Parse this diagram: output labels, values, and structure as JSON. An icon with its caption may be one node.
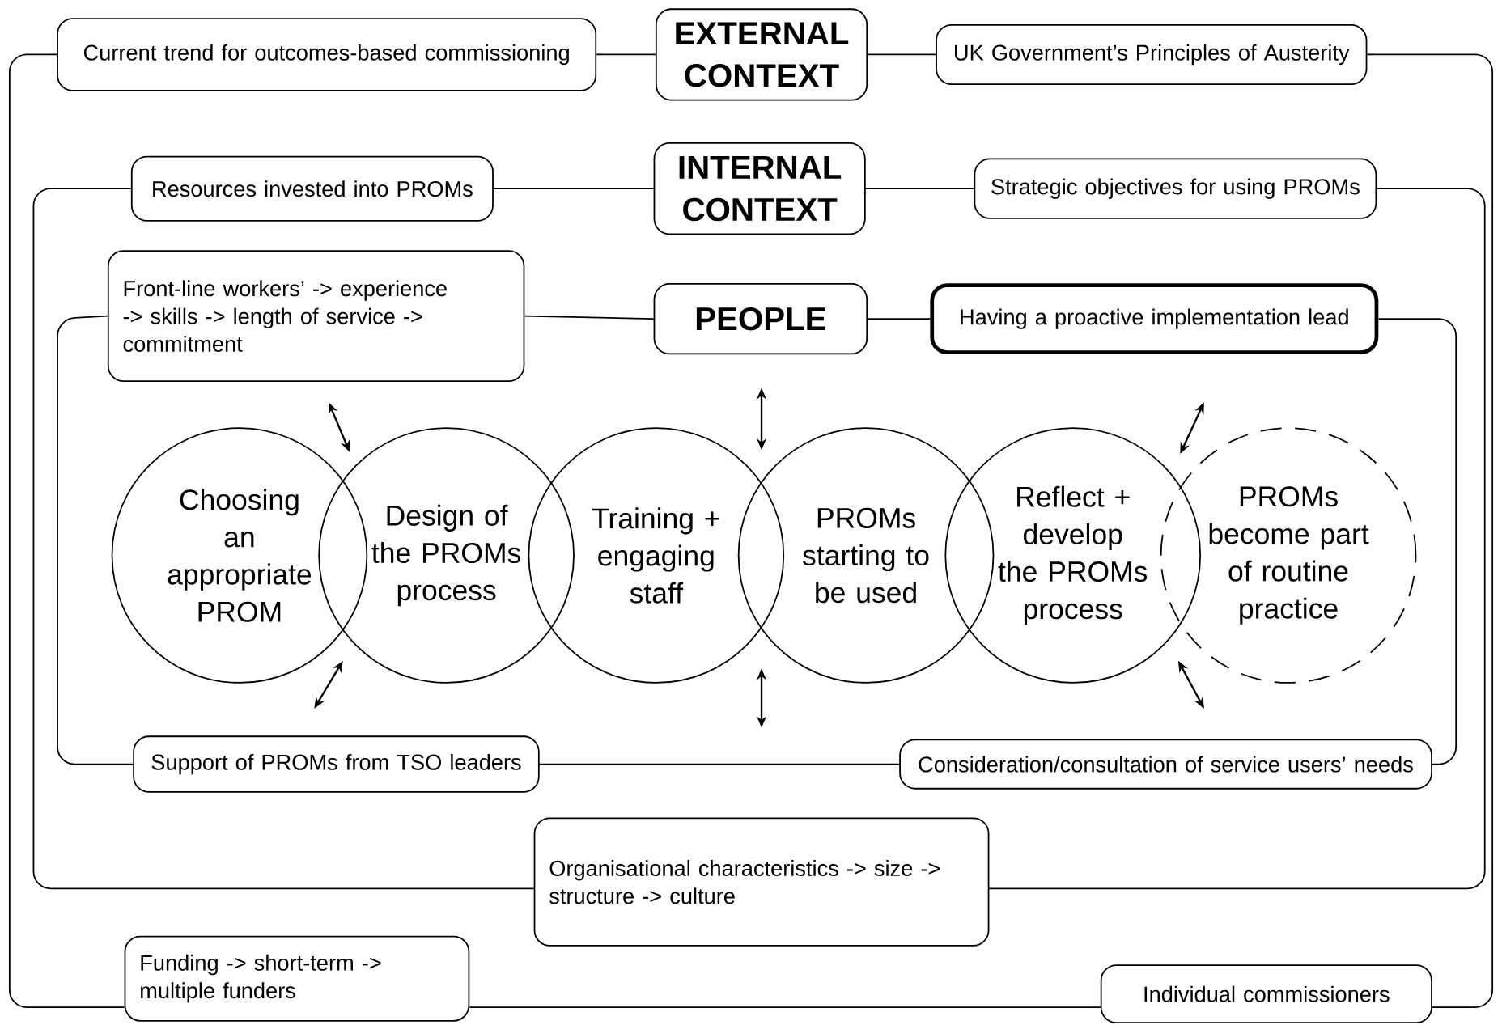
{
  "diagram": {
    "nodes": [
      {
        "text": [
          "EXTERNAL CONTEXT"
        ]
      },
      {
        "text": [
          "Current trend for outcomes-based commissioning"
        ]
      },
      {
        "text": [
          "UK Government’s Principles of Austerity"
        ]
      },
      {
        "text": [
          "INTERNAL CONTEXT"
        ]
      },
      {
        "text": [
          "Resources invested into PROMs"
        ]
      },
      {
        "text": [
          "Strategic objectives for using PROMs"
        ]
      },
      {
        "text": [
          "PEOPLE"
        ]
      },
      {
        "text": [
          "Front-line workers’ -> experience -> skills -> length of service -> commitment"
        ]
      },
      {
        "text": [
          "Having a proactive implementation lead"
        ]
      },
      {
        "text": [
          "Choosing an appropriate PROM"
        ]
      },
      {
        "text": [
          "Design of the PROMs process"
        ]
      },
      {
        "text": [
          "Training + engaging staff"
        ]
      },
      {
        "text": [
          "PROMs starting to be used"
        ]
      },
      {
        "text": [
          "Reflect + develop the PROMs process"
        ]
      },
      {
        "text": [
          "PROMs become part of routine practice"
        ]
      },
      {
        "text": [
          "Support of PROMs from TSO leaders"
        ]
      },
      {
        "text": [
          "Consideration/consultation of service users’ needs"
        ]
      },
      {
        "text": [
          "Organisational characteristics -> size -> structure -> culture"
        ]
      },
      {
        "text": [
          "Funding -> short-term -> multiple funders"
        ]
      },
      {
        "text": [
          "Individual commissioners"
        ]
      }
    ],
    "edges": [
      {
        "from": 1,
        "to": 0,
        "arrow": "none"
      },
      {
        "from": 0,
        "to": 2,
        "arrow": "none"
      },
      {
        "from": 4,
        "to": 3,
        "arrow": "none"
      },
      {
        "from": 3,
        "to": 5,
        "arrow": "none"
      },
      {
        "from": 7,
        "to": 6,
        "arrow": "none"
      },
      {
        "from": 6,
        "to": 8,
        "arrow": "none"
      },
      {
        "from": 1,
        "to": 18,
        "arrow": "none"
      },
      {
        "from": 18,
        "to": 19,
        "arrow": "none"
      },
      {
        "from": 19,
        "to": 2,
        "arrow": "none"
      },
      {
        "from": 4,
        "to": 17,
        "arrow": "none"
      },
      {
        "from": 17,
        "to": 5,
        "arrow": "none"
      },
      {
        "from": 7,
        "to": 15,
        "arrow": "none"
      },
      {
        "from": 15,
        "to": 16,
        "arrow": "none"
      },
      {
        "from": 16,
        "to": 8,
        "arrow": "none"
      }
    ]
  }
}
